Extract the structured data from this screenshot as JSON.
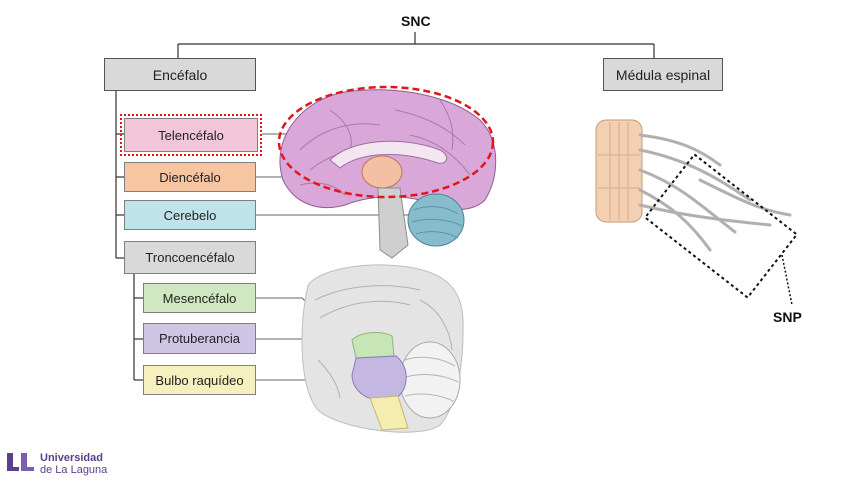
{
  "root": "SNC",
  "left_branch": {
    "title": "Encéfalo",
    "items": [
      {
        "label": "Telencéfalo",
        "color": "#f1c6d8"
      },
      {
        "label": "Diencéfalo",
        "color": "#f7c59f"
      },
      {
        "label": "Cerebelo",
        "color": "#bfe3ea"
      },
      {
        "label": "Troncoencéfalo",
        "color": "#d9d9d9"
      }
    ],
    "sub_items": [
      {
        "label": "Mesencéfalo",
        "color": "#cfe8c2"
      },
      {
        "label": "Protuberancia",
        "color": "#cfc6e6"
      },
      {
        "label": "Bulbo raquídeo",
        "color": "#f6f0bf"
      }
    ]
  },
  "right_branch": {
    "title": "Médula espinal"
  },
  "snp_label": "SNP",
  "logo": {
    "line1": "Universidad",
    "line2": "de La Laguna"
  },
  "colors": {
    "highlight": "#e0161b",
    "brand": "#5b3f8c",
    "header_fill": "#d9d9d9"
  }
}
